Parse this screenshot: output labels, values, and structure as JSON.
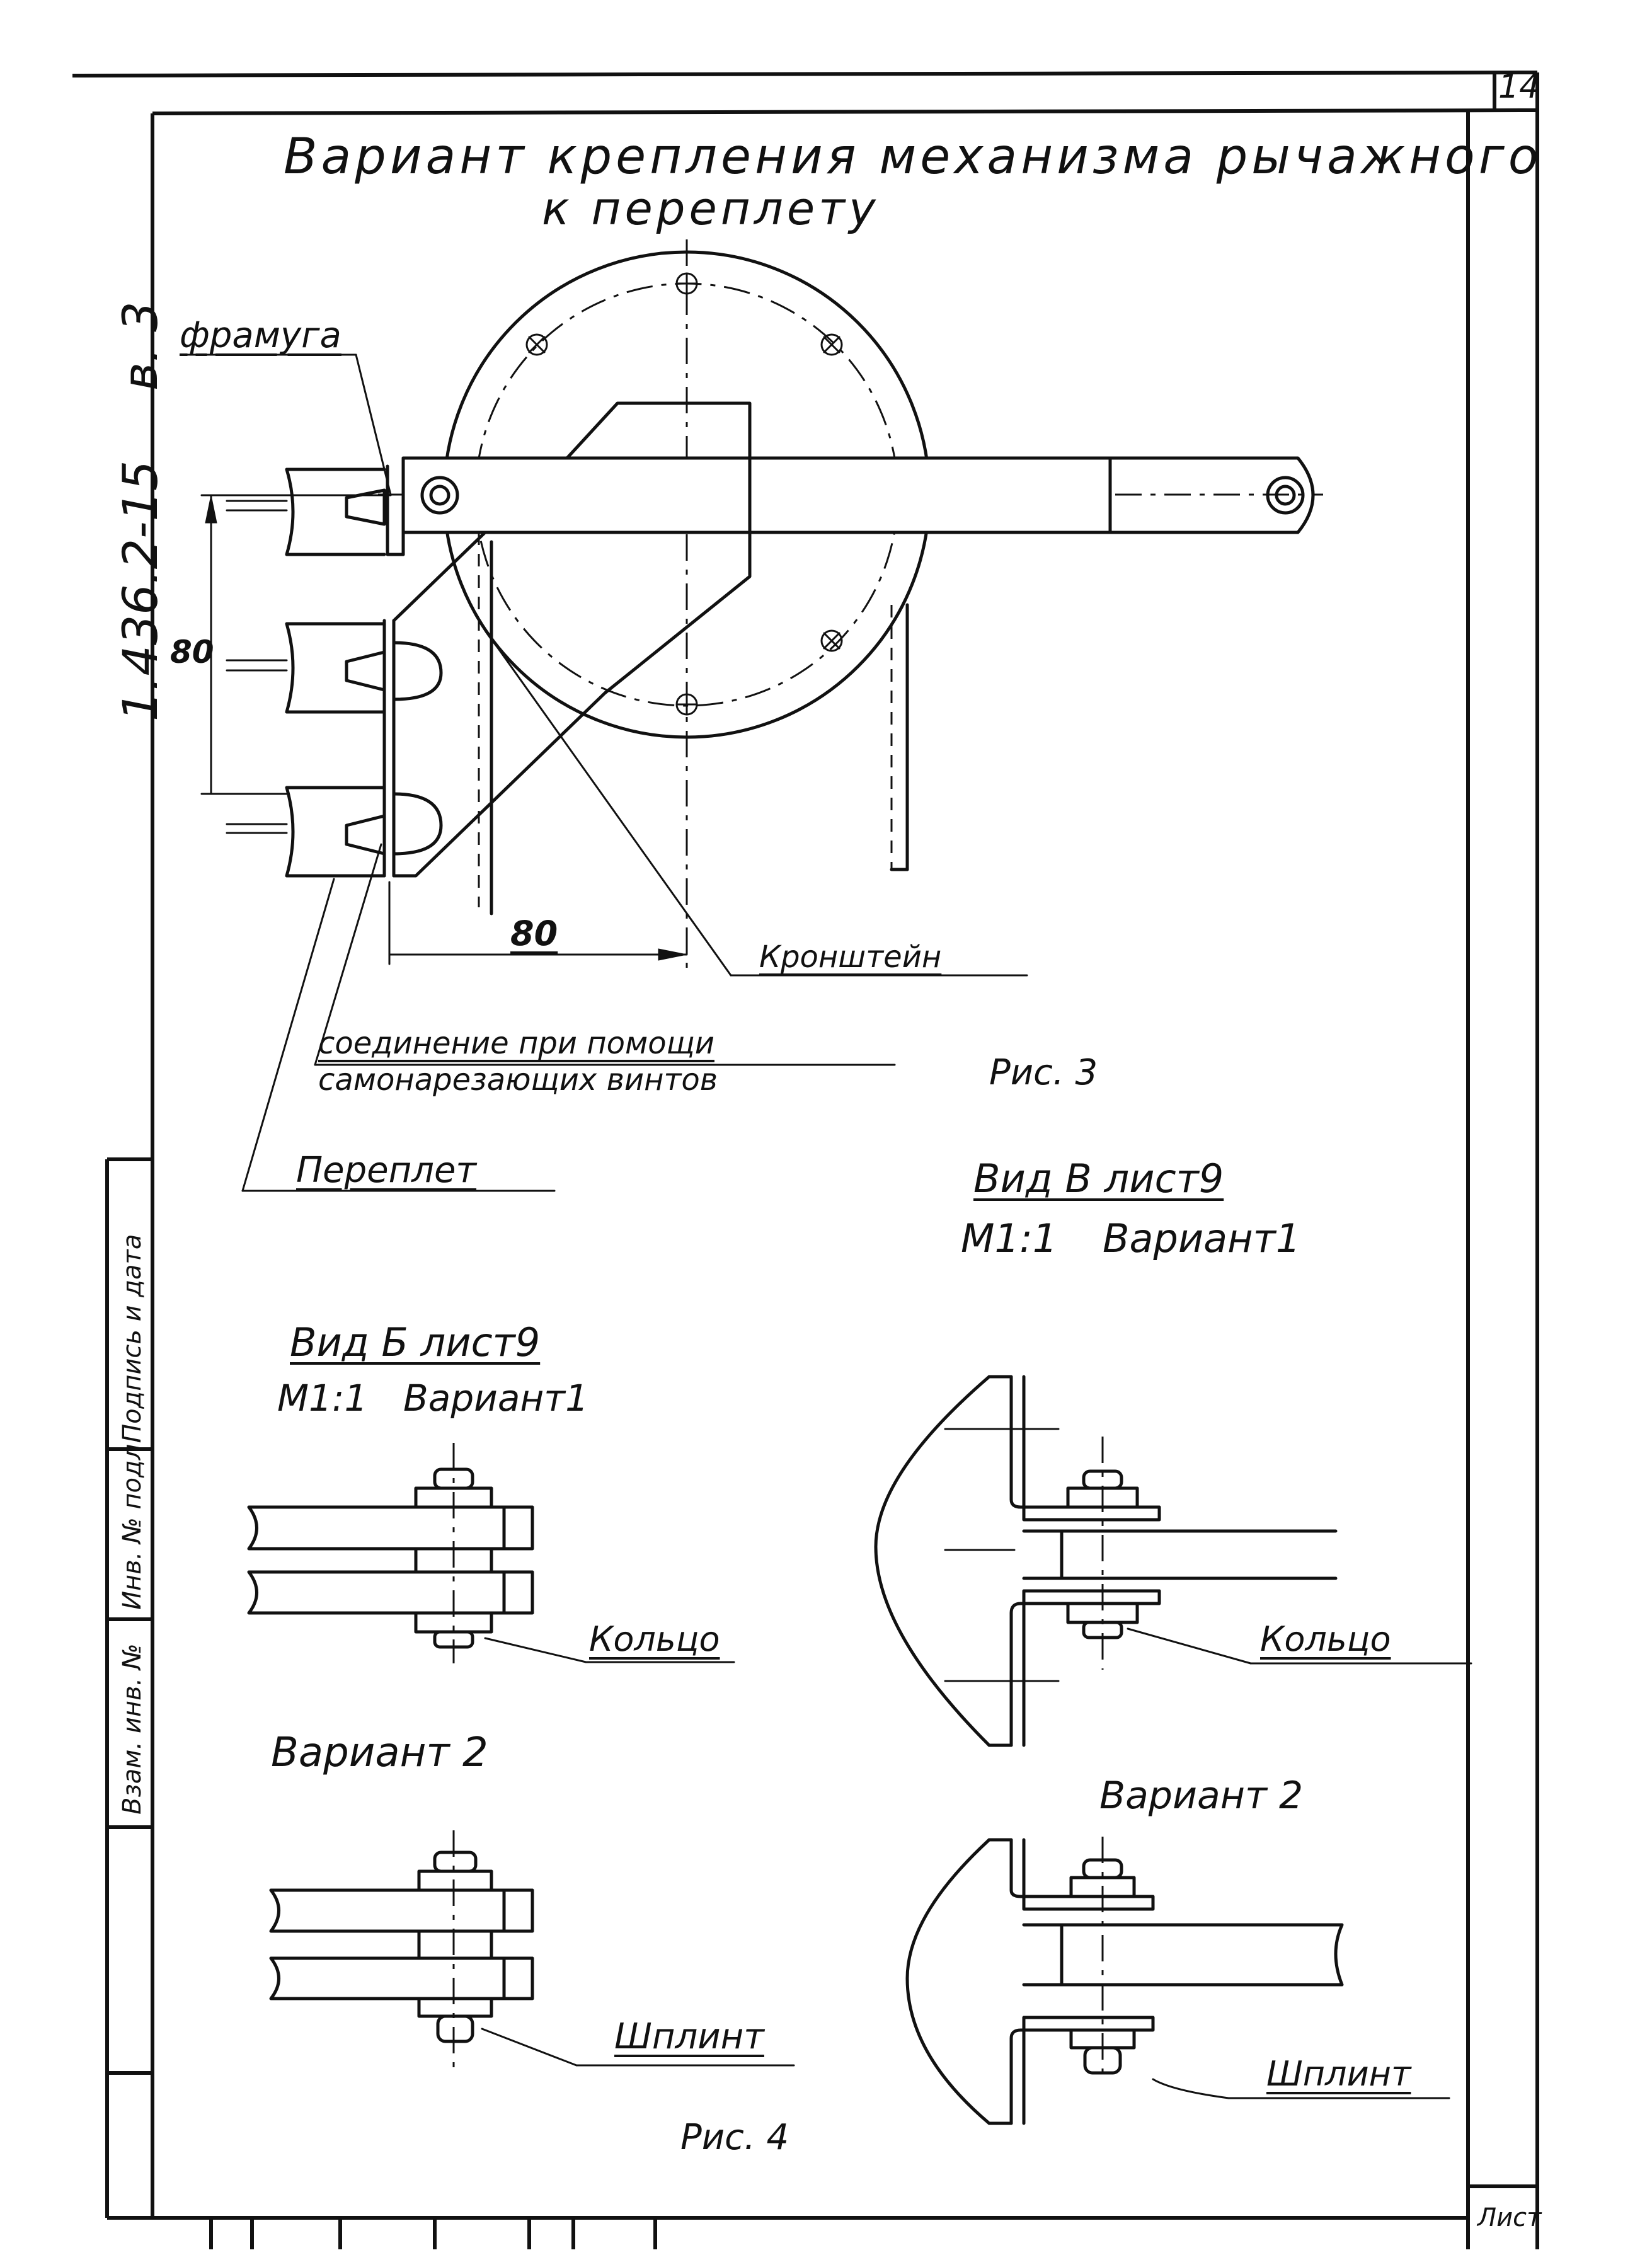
{
  "sheet": {
    "sheet_number": "14",
    "sheet_label": "Лист",
    "document_code": "1.436.2-15",
    "issue": "в. 3",
    "side_stamp": [
      "Взам. инв. №",
      "Инв. № подл.",
      "Подпись и дата"
    ]
  },
  "figure3": {
    "title_line1": "Вариант крепления механизма рычажного",
    "title_line2": "к переплету",
    "labels": {
      "framuga": "фрамуга",
      "kronshtein": "Кронштейн",
      "connection_line1": "соединение при помощи",
      "connection_line2": "самонарезающих винтов",
      "pereplet": "Переплет"
    },
    "dimensions": {
      "vertical": "80",
      "horizontal": "80"
    },
    "caption": "Рис. 3"
  },
  "figure4": {
    "view_b": {
      "title": "Вид Б лист9",
      "scale": "М1:1",
      "variant": "Вариант1",
      "part_label": "Кольцо"
    },
    "view_v": {
      "title": "Вид В лист9",
      "scale": "М1:1",
      "variant": "Вариант1",
      "part_label": "Кольцо"
    },
    "variant2_left": {
      "title": "Вариант 2",
      "part_label": "Шплинт"
    },
    "variant2_right": {
      "title": "Вариант 2",
      "part_label": "Шплинт"
    },
    "caption": "Рис. 4"
  }
}
